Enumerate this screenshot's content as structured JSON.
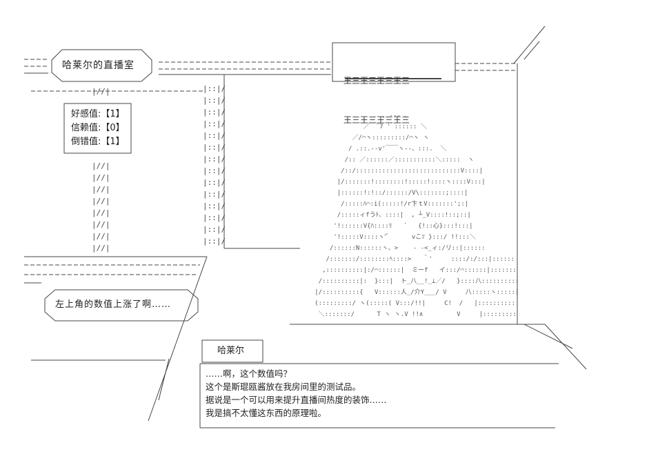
{
  "room_sign": {
    "title": "哈莱尔的直播室"
  },
  "stats": [
    {
      "label": "好感值:【1】"
    },
    {
      "label": "信赖值:【0】"
    },
    {
      "label": "倒错值:【1】"
    }
  ],
  "top_sign": {
    "row1": "王三王三王三王三",
    "row2": "王三王三王三王三"
  },
  "narration": {
    "text": "左上角的数值上涨了啊……"
  },
  "dialogue": {
    "speaker": "哈莱尔",
    "lines": [
      "……啊，这个数值吗？",
      "这个是斯琨瓯酱放在我房间里的测试品。",
      "据说是一个可以用来提升直播间热度的装饰……",
      "我是搞不太懂这东西的原理啦。"
    ]
  }
}
